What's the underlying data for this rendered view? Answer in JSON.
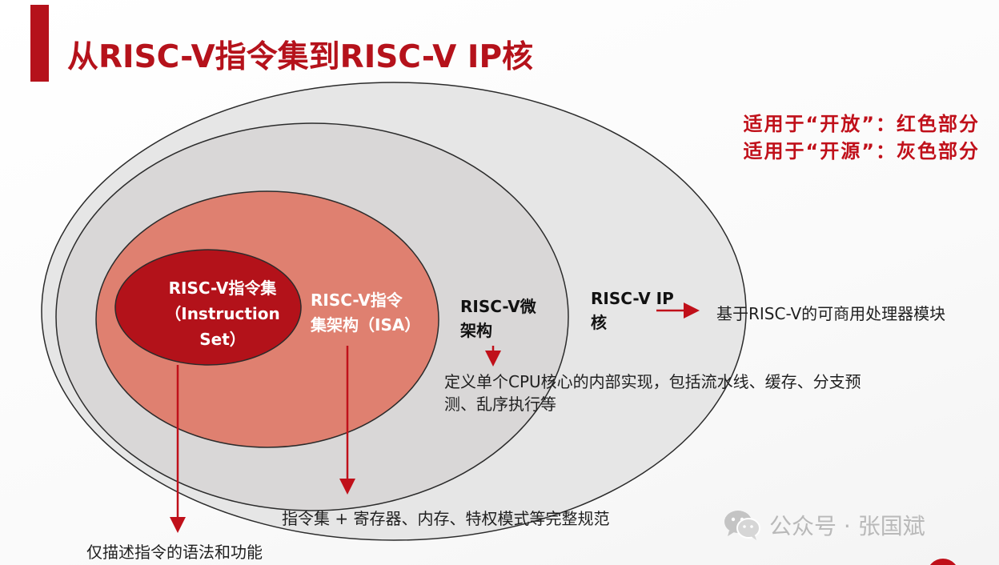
{
  "title": "从RISC-V指令集到RISC-V IP核",
  "legend": {
    "line1": "适用于“开放”：红色部分",
    "line2": "适用于“开源”：灰色部分"
  },
  "layers": {
    "instruction_set": {
      "line1": "RISC-V指令集",
      "line2": "（Instruction",
      "line3": "Set）",
      "description": "仅描述指令的语法和功能",
      "color": "#b3121a"
    },
    "isa": {
      "line1": "RISC-V指令",
      "line2": "集架构（ISA）",
      "description": "指令集 + 寄存器、内存、特权模式等完整规范",
      "color": "#df8070"
    },
    "microarchitecture": {
      "line1": "RISC-V微",
      "line2": "架构",
      "description": "定义单个CPU核心的内部实现，包括流水线、缓存、分支预测、乱序执行等",
      "color": "#d9d7d7"
    },
    "ip_core": {
      "line1": "RISC-V IP",
      "line2": "核",
      "description": "基于RISC-V的可商用处理器模块",
      "color": "#e6e6e6"
    }
  },
  "arrow_color": "#c0101a",
  "watermark": {
    "text": "公众号 · 张国斌",
    "icon": "wechat-icon"
  }
}
